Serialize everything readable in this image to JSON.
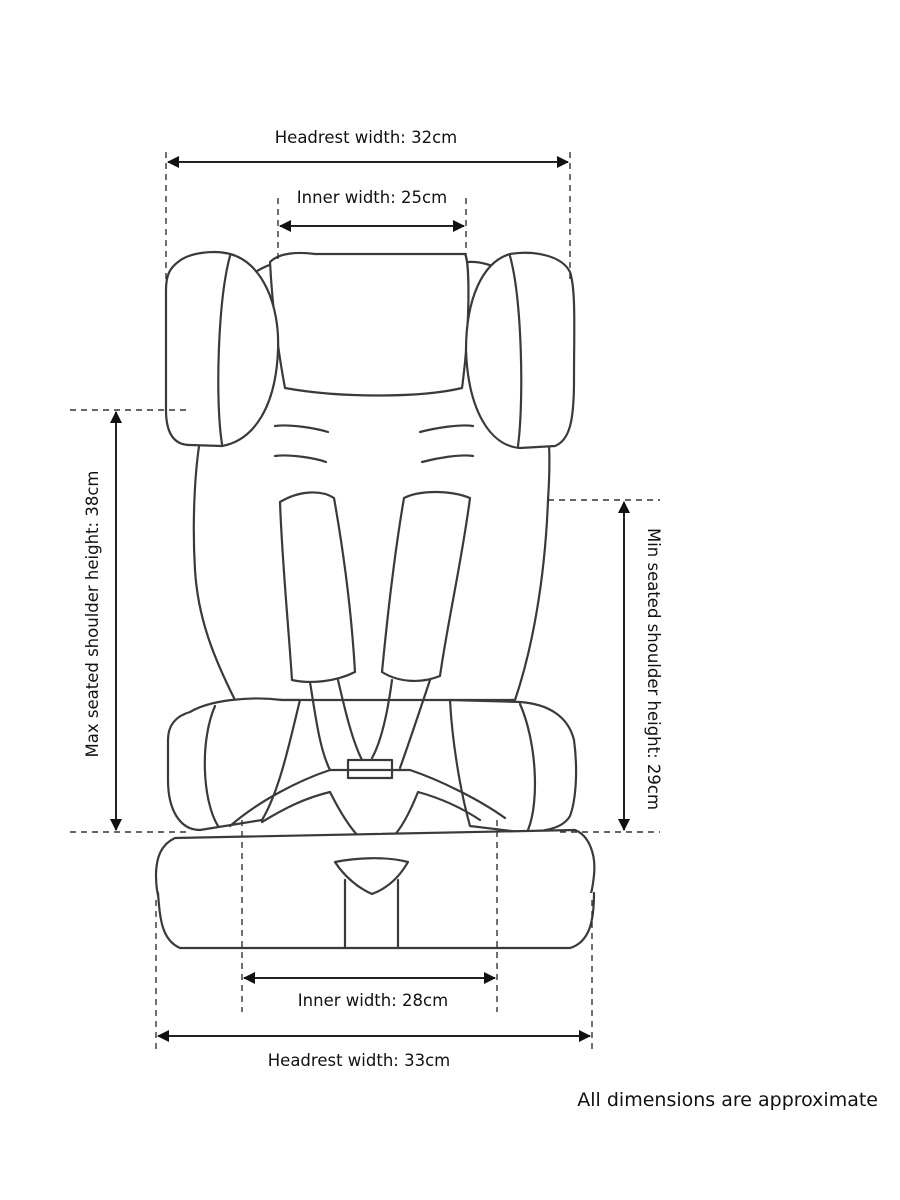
{
  "dimensions": {
    "headrest_width_top": "Headrest width: 32cm",
    "inner_width_top": "Inner width: 25cm",
    "max_shoulder_height": "Max seated shoulder height: 38cm",
    "min_shoulder_height": "Min seated shoulder height: 29cm",
    "inner_width_bottom": "Inner width: 28cm",
    "headrest_width_bottom": "Headrest width: 33cm"
  },
  "footnote": "All dimensions are approximate"
}
